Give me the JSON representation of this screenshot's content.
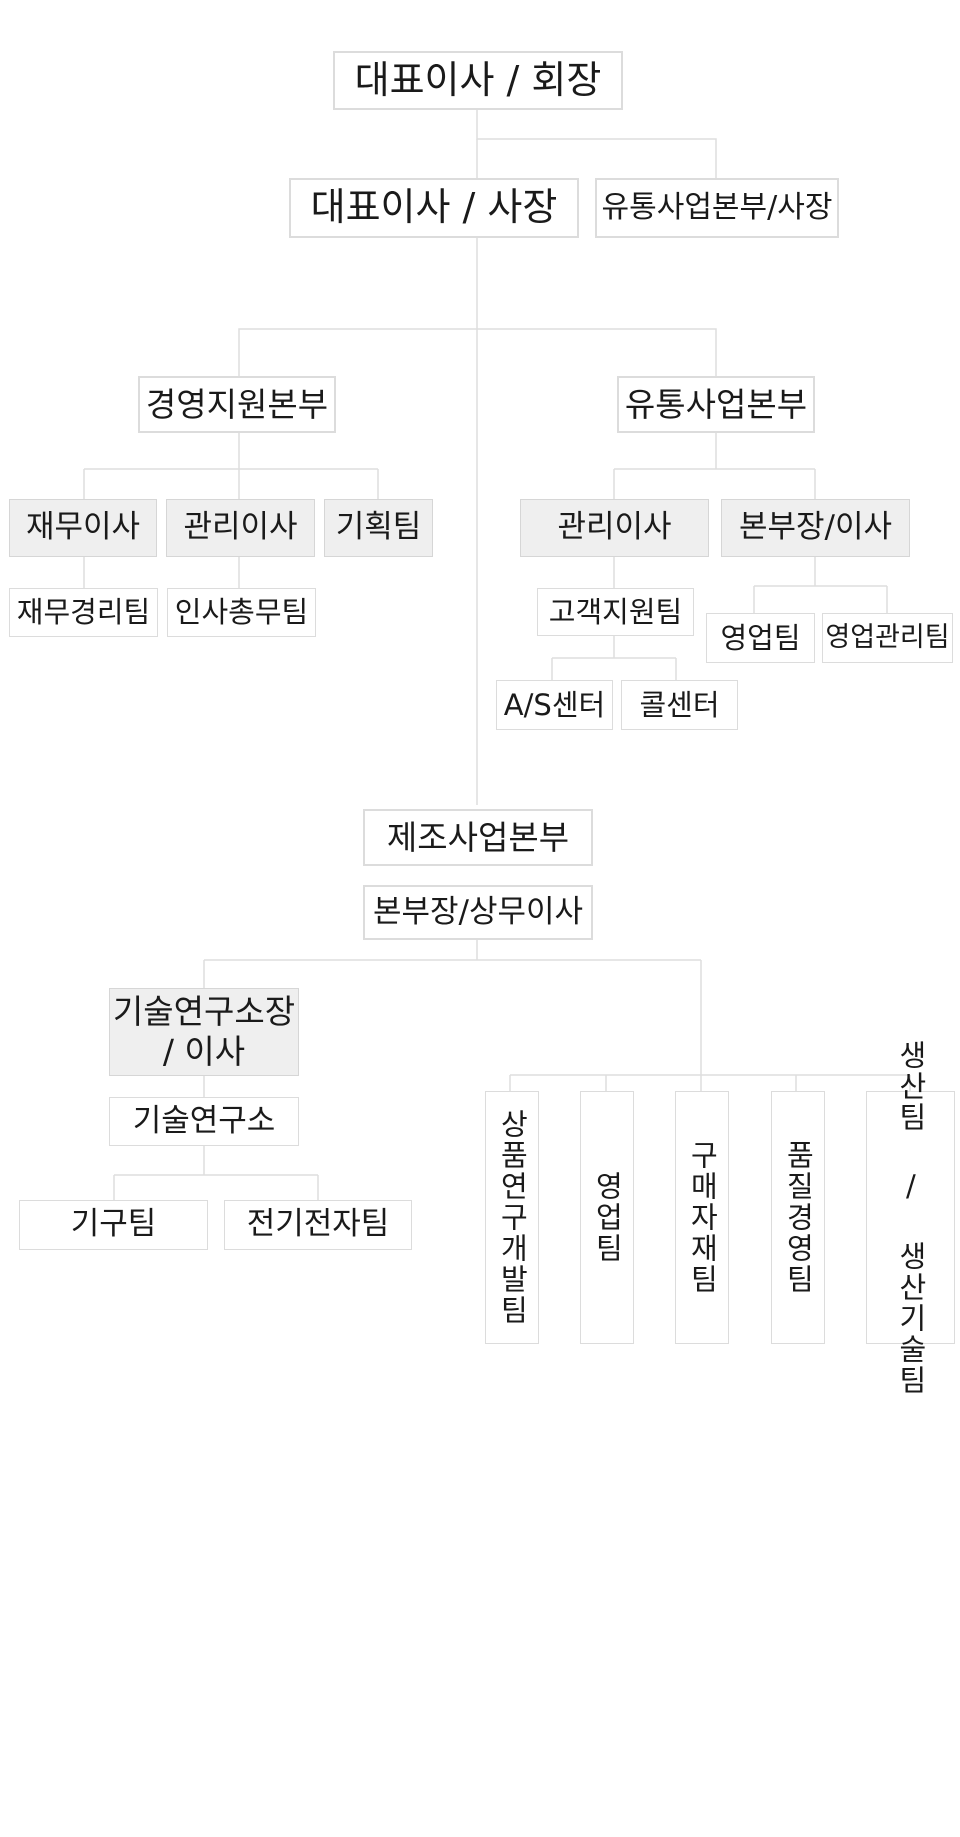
{
  "chart": {
    "ceo_chairman": "대표이사 / 회장",
    "ceo_president": "대표이사 / 사장",
    "distribution_hq_president": "유통사업본부/사장",
    "management_support_hq": "경영지원본부",
    "distribution_hq": "유통사업본부",
    "mgmt_support": {
      "finance_director": "재무이사",
      "admin_director": "관리이사",
      "planning_team": "기획팀",
      "finance_accounting_team": "재무경리팀",
      "hr_general_affairs_team": "인사총무팀"
    },
    "distribution": {
      "admin_director": "관리이사",
      "hq_head_director": "본부장/이사",
      "customer_support_team": "고객지원팀",
      "as_center": "A/S센터",
      "call_center": "콜센터",
      "sales_team": "영업팀",
      "sales_management_team": "영업관리팀"
    },
    "manufacturing_hq": "제조사업본부",
    "manufacturing_head": "본부장/상무이사",
    "manufacturing": {
      "research_director": "기술연구소장\n/ 이사",
      "research_institute": "기술연구소",
      "mechanism_team": "기구팀",
      "electronics_team": "전기전자팀",
      "product_dev_team": "상품연구개발팀",
      "sales_team": "영업팀",
      "purchasing_team": "구매자재팀",
      "quality_team": "품질경영팀",
      "production_team": "생산팀 / 생산기술팀"
    }
  },
  "colors": {
    "line": "#dedede",
    "box_border": "#dcdcdc",
    "box_fill_grey": "#efefef",
    "text": "#1a1a1a"
  }
}
